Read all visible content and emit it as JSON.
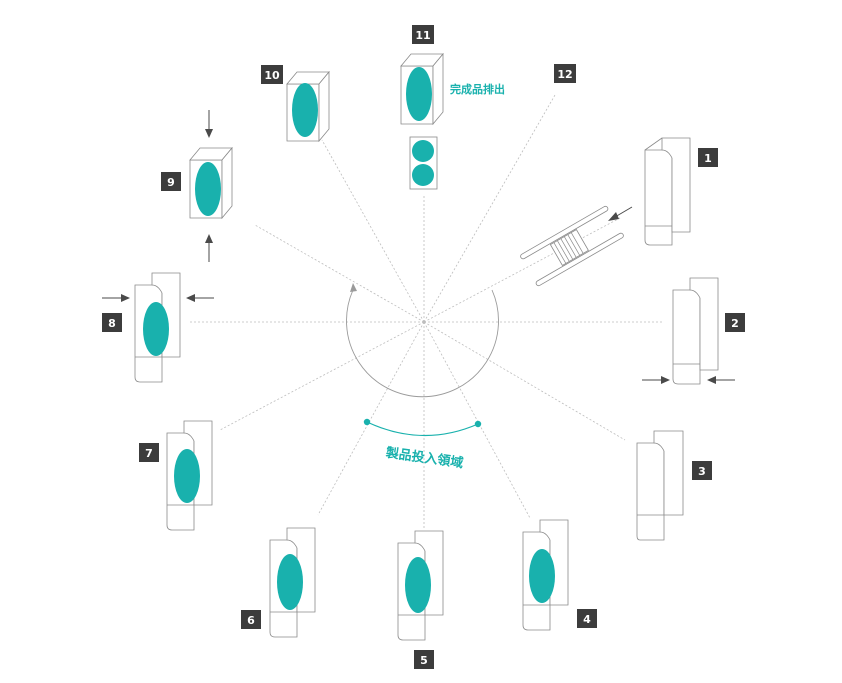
{
  "diagram": {
    "stations": [
      {
        "number": "1"
      },
      {
        "number": "2"
      },
      {
        "number": "3"
      },
      {
        "number": "4"
      },
      {
        "number": "5"
      },
      {
        "number": "6"
      },
      {
        "number": "7"
      },
      {
        "number": "8"
      },
      {
        "number": "9"
      },
      {
        "number": "10"
      },
      {
        "number": "11"
      },
      {
        "number": "12"
      }
    ],
    "labels": {
      "output": "完成品排出",
      "input_zone": "製品投入領域"
    },
    "colors": {
      "accent": "#19b1ad",
      "badge": "#3c3c3c",
      "outline": "#8a8a8a"
    }
  }
}
